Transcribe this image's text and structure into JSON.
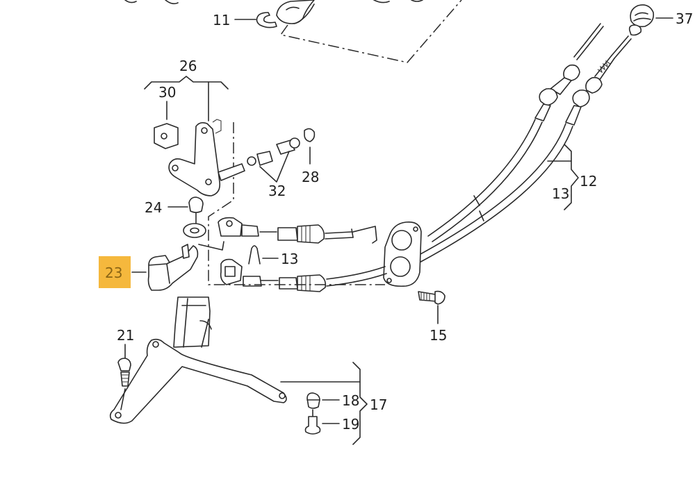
{
  "diagram": {
    "type": "exploded parts diagram",
    "subject": "gear shift cable and mounting bracket assembly",
    "highlight_color": "#f5b83d",
    "highlighted_part": "23",
    "callouts": {
      "p11": "11",
      "p37": "37",
      "p26": "26",
      "p30": "30",
      "p28": "28",
      "p32": "32",
      "p24": "24",
      "p23": "23",
      "p13a": "13",
      "p13b": "13",
      "p12": "12",
      "p15": "15",
      "p21": "21",
      "p18": "18",
      "p19": "19",
      "p17": "17"
    }
  }
}
